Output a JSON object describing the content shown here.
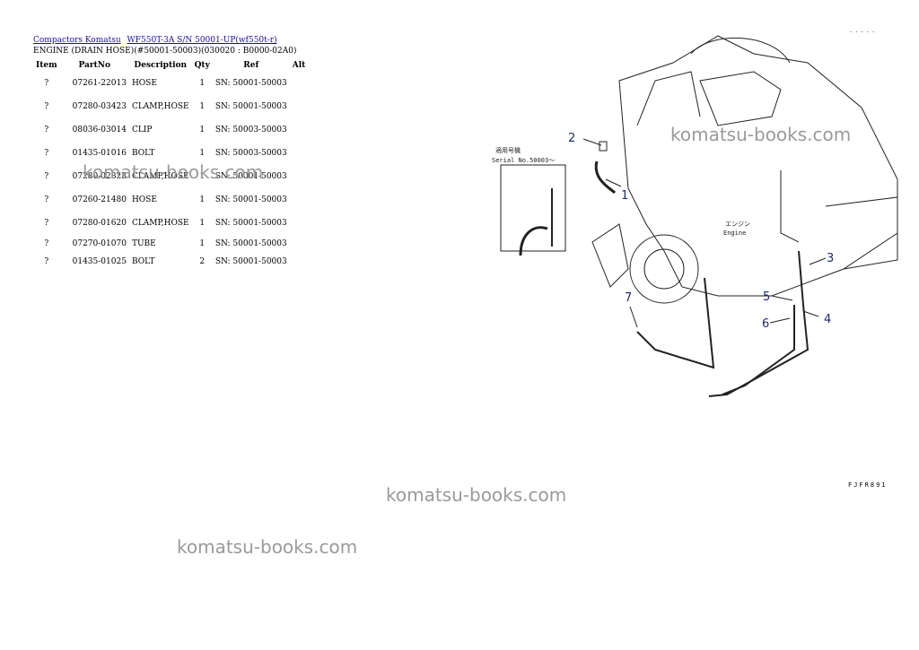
{
  "breadcrumb": {
    "link1": "Compactors Komatsu",
    "link2": "WF550T-3A S/N 50001-UP(wf550t-r)"
  },
  "subtitle": "ENGINE (DRAIN HOSE)(#50001-50003)(030020 : B0000-02A0)",
  "table": {
    "headers": {
      "item": "Item",
      "partno": "PartNo",
      "desc": "Description",
      "qty": "Qty",
      "ref": "Ref",
      "alt": "Alt"
    },
    "rows": [
      {
        "item": "?",
        "partno": "07261-22013",
        "desc": "HOSE",
        "qty": "1",
        "ref": "SN: 50001-50003"
      },
      {
        "item": "?",
        "partno": "07280-03423",
        "desc": "CLAMP,HOSE",
        "qty": "1",
        "ref": "SN: 50001-50003"
      },
      {
        "item": "?",
        "partno": "08036-03014",
        "desc": "CLIP",
        "qty": "1",
        "ref": "SN: 50003-50003"
      },
      {
        "item": "?",
        "partno": "01435-01016",
        "desc": "BOLT",
        "qty": "1",
        "ref": "SN: 50003-50003"
      },
      {
        "item": "?",
        "partno": "07280-02823",
        "desc": "CLAMP,HOSE",
        "qty": "1",
        "ref": "SN: 50001-50003"
      },
      {
        "item": "?",
        "partno": "07260-21480",
        "desc": "HOSE",
        "qty": "1",
        "ref": "SN: 50001-50003"
      },
      {
        "item": "?",
        "partno": "07280-01620",
        "desc": "CLAMP,HOSE",
        "qty": "1",
        "ref": "SN: 50001-50003"
      },
      {
        "item": "?",
        "partno": "07270-01070",
        "desc": "TUBE",
        "qty": "1",
        "ref": "SN: 50001-50003"
      },
      {
        "item": "?",
        "partno": "01435-01025",
        "desc": "BOLT",
        "qty": "2",
        "ref": "SN: 50001-50003"
      }
    ]
  },
  "watermark": "komatsu-books.com",
  "diagram": {
    "callouts": [
      "1",
      "2",
      "3",
      "4",
      "5",
      "6",
      "7"
    ],
    "inset_label_jp": "適用号機",
    "inset_label_serial": "Serial No.50003～",
    "engine_jp": "エンジン",
    "engine_en": "Engine",
    "figure_code": "FJFR891",
    "top_marks": "·····"
  }
}
